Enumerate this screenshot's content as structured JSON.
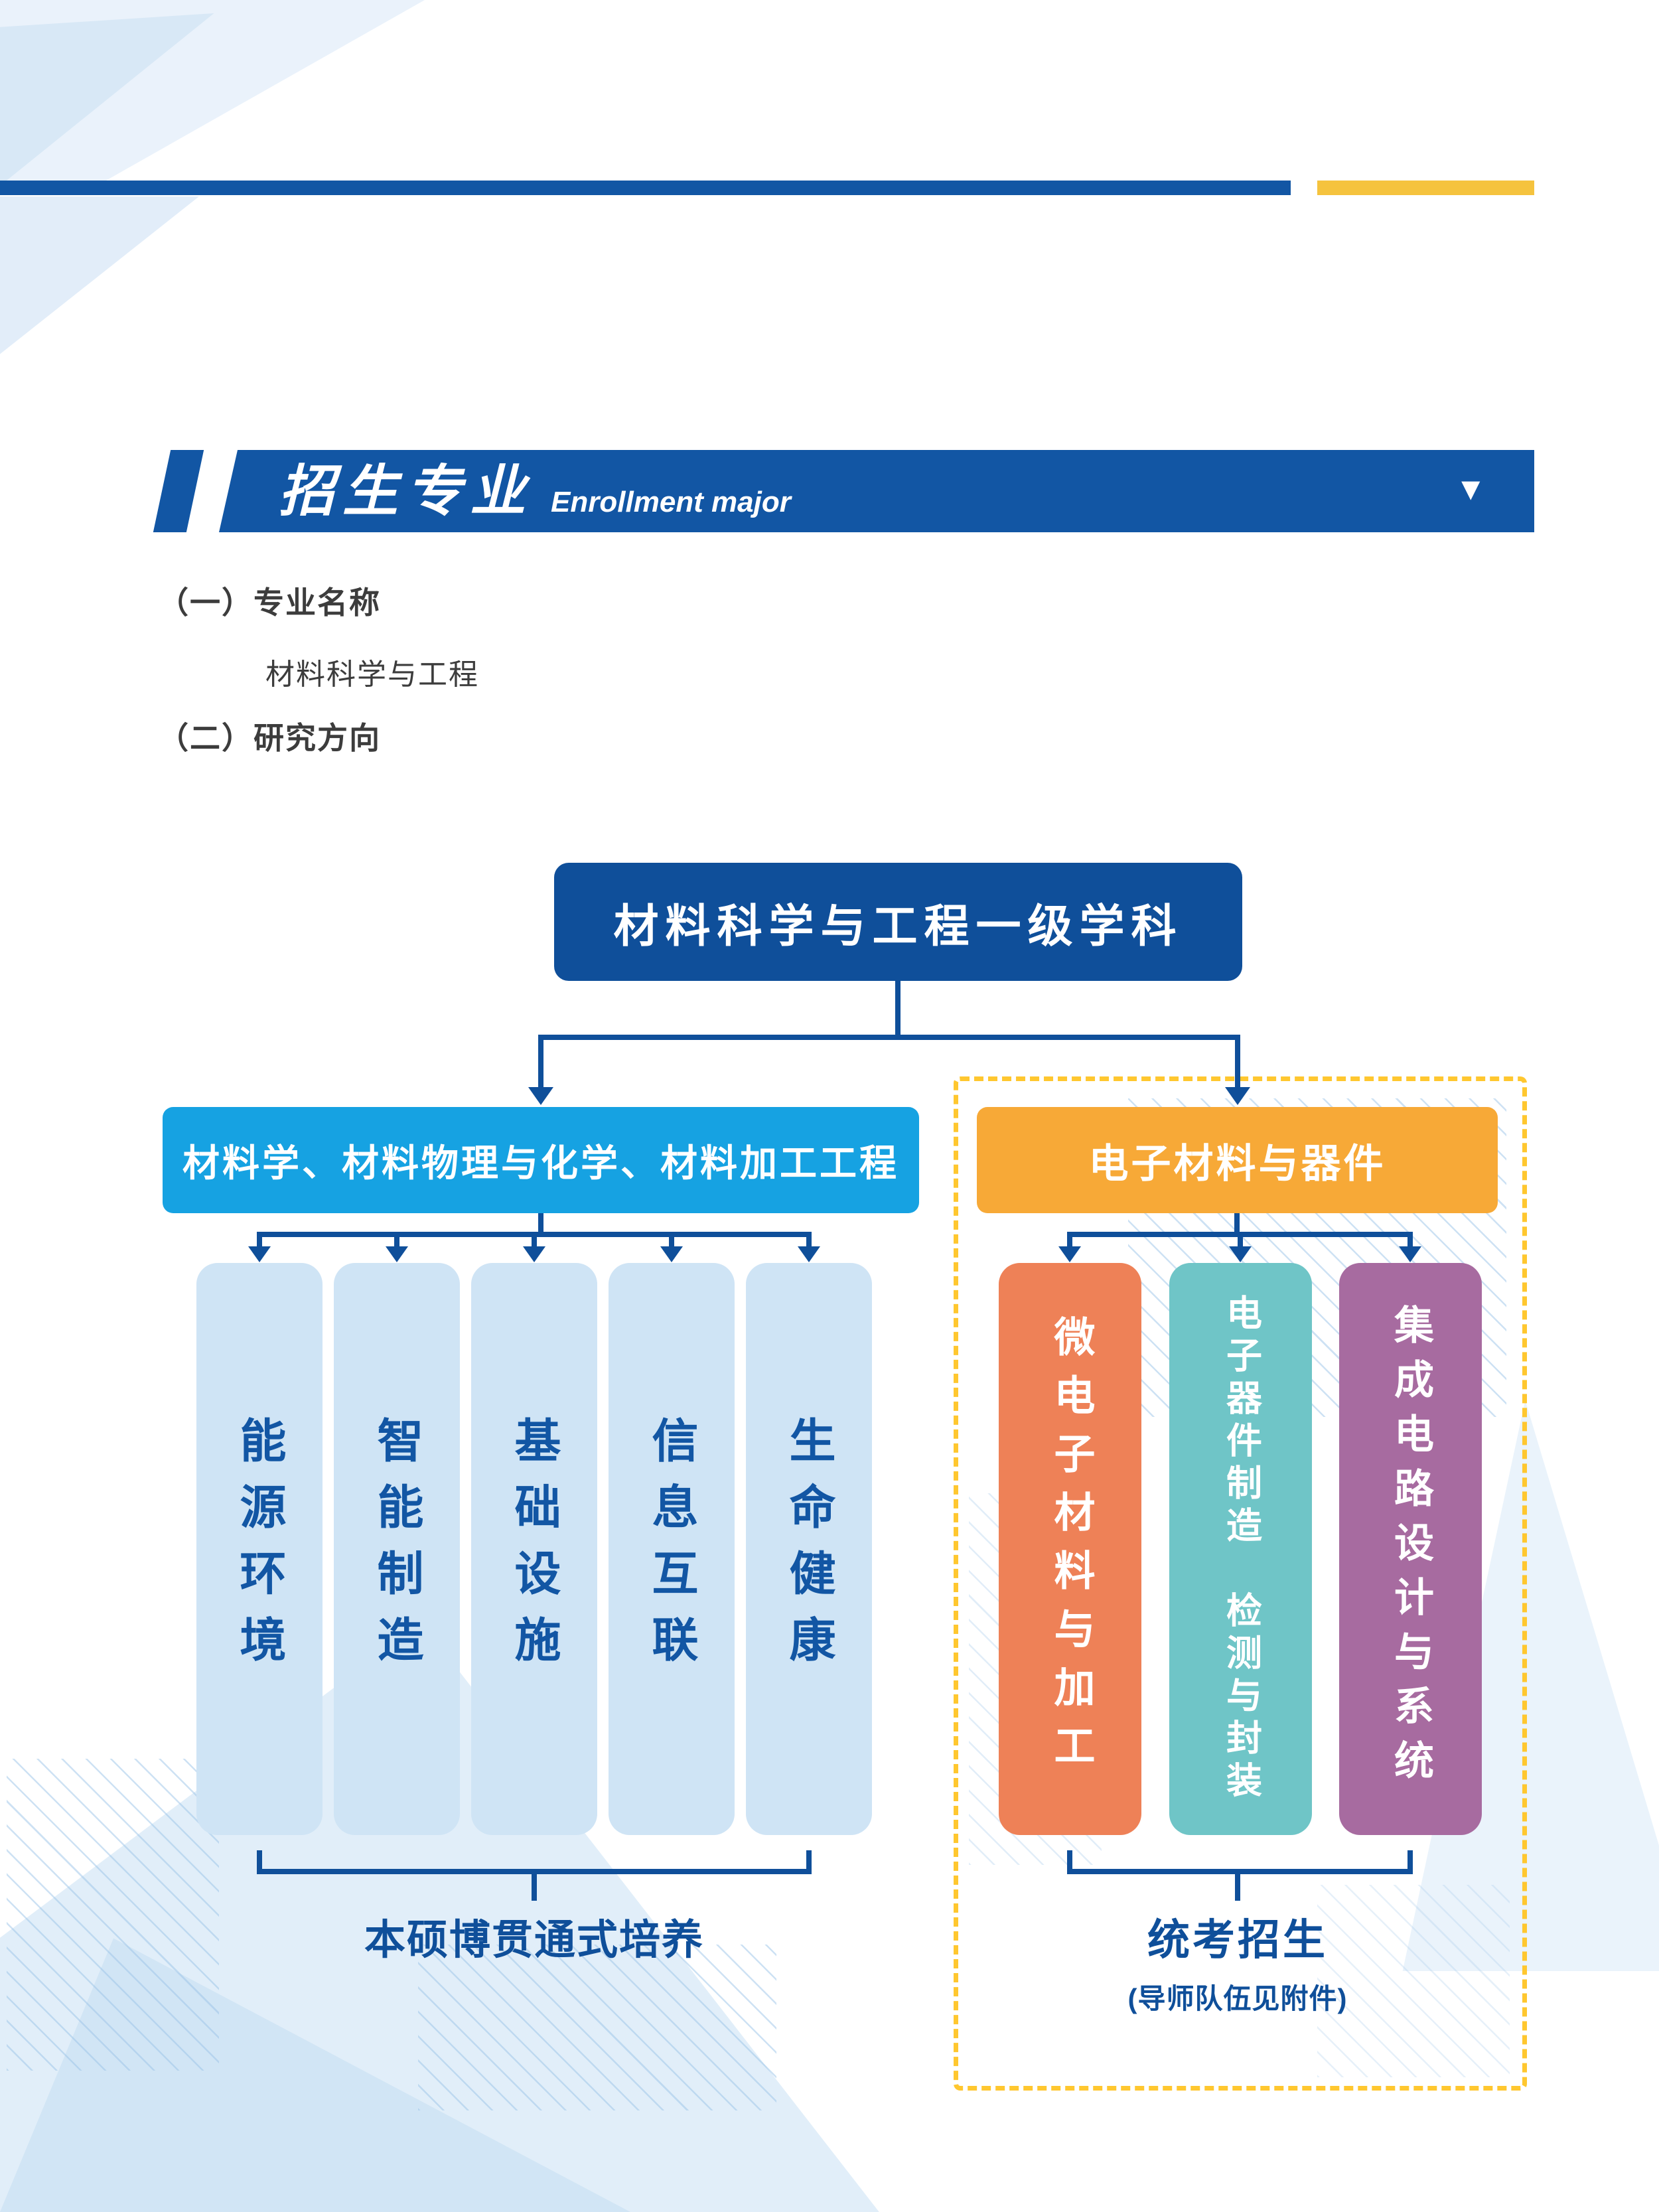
{
  "header": {
    "title_zh": "招生专业",
    "title_en": "Enrollment major",
    "collapse_icon": "▼"
  },
  "intro": {
    "item1_label": "（一）专业名称",
    "item1_value": "材料科学与工程",
    "item2_label": "（二）研究方向"
  },
  "diagram": {
    "root": "材料科学与工程一级学科",
    "left": {
      "label": "材料学、材料物理与化学、材料加工工程",
      "pillars": [
        "能源环境",
        "智能制造",
        "基础设施",
        "信息互联",
        "生命健康"
      ],
      "footer": "本硕博贯通式培养"
    },
    "right": {
      "label": "电子材料与器件",
      "pillars": [
        "微电子材料与加工",
        "电子器件制造　检测与封装",
        "集成电路设计与系统"
      ],
      "footer": "统考招生",
      "note": "(导师队伍见附件)"
    }
  },
  "colors": {
    "dark_blue": "#0f4f9a",
    "banner_blue": "#1256a4",
    "cyan": "#16a2e2",
    "orange": "#f7a937",
    "salmon": "#ee8157",
    "teal": "#6fc5c7",
    "purple": "#a76ba0",
    "light_blue_pillar": "#cfe4f5",
    "yellow_accent": "#f5c33e",
    "dashed_yellow": "#ffc72f"
  }
}
